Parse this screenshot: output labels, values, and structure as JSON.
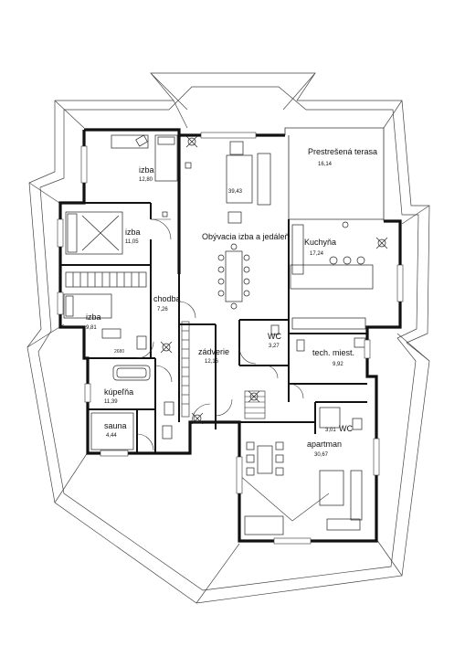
{
  "rooms": {
    "izba_1": {
      "name": "izba",
      "area": "12,80"
    },
    "izba_2": {
      "name": "izba",
      "area": "11,05"
    },
    "izba_3": {
      "name": "izba",
      "area": "9,81"
    },
    "chodba": {
      "name": "chodba",
      "area": "7,26"
    },
    "kupelna": {
      "name": "kúpeľňa",
      "area": "11,39"
    },
    "sauna": {
      "name": "sauna",
      "area": "4,44"
    },
    "obyvacia": {
      "name": "Obývacia izba a jedáleň",
      "area": "39,43"
    },
    "terasa": {
      "name": "Prestrešená terasa",
      "area": "16,14"
    },
    "kuchyna": {
      "name": "Kuchyňa",
      "area": "17,24"
    },
    "zadverie": {
      "name": "zádverie",
      "area": "12,16"
    },
    "wc_1": {
      "name": "WC",
      "area": "3,27"
    },
    "tech": {
      "name": "tech. miest.",
      "area": "9,92"
    },
    "wc_2": {
      "name": "WC",
      "area": "3,01"
    },
    "apartman": {
      "name": "apartman",
      "area": "30,67"
    }
  },
  "dimension": "2680"
}
